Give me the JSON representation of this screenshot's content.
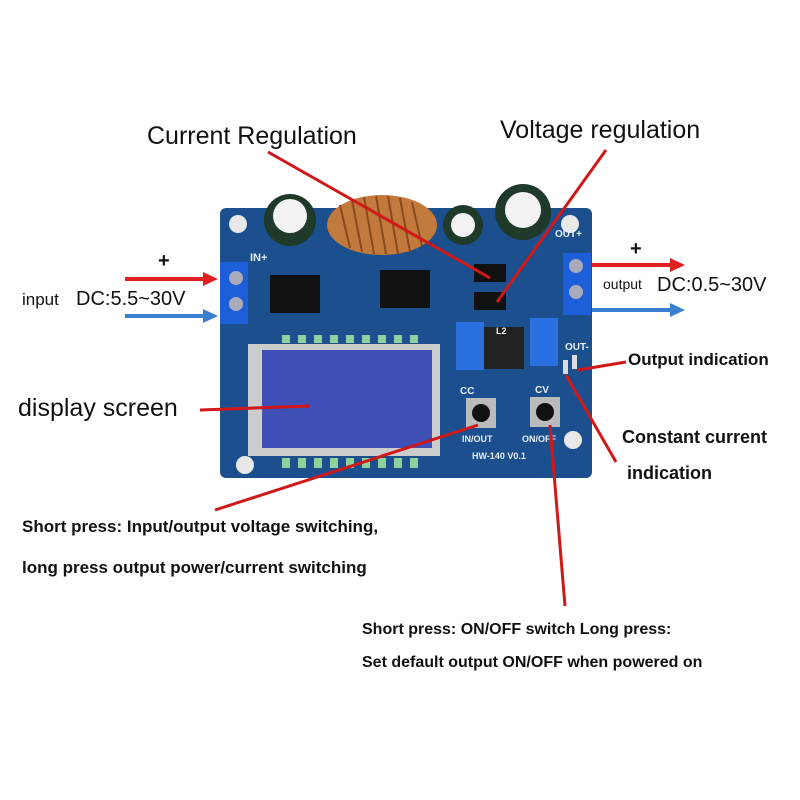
{
  "annotations": {
    "current_regulation": "Current Regulation",
    "voltage_regulation": "Voltage regulation",
    "input_plus": "+",
    "input_label": "input",
    "input_range": "DC:5.5~30V",
    "output_plus": "+",
    "output_label": "output",
    "output_range": "DC:0.5~30V",
    "output_indication": "Output indication",
    "cc_indication_line1": "Constant current",
    "cc_indication_line2": "indication",
    "display_screen": "display screen",
    "in_out_button_desc_line1": "Short press: Input/output voltage switching,",
    "in_out_button_desc_line2": "long press output power/current switching",
    "on_off_button_desc_line1": "Short press: ON/OFF switch Long press:",
    "on_off_button_desc_line2": "Set default output ON/OFF when powered on"
  },
  "board": {
    "in_plus": "IN+",
    "out_plus": "OUT+",
    "out_minus": "OUT-",
    "cc": "CC",
    "cv": "CV",
    "l2": "L2",
    "in_out": "IN/OUT",
    "on_off": "ON/OFF",
    "model": "HW-140  V0.1"
  },
  "colors": {
    "arrow_red": "#e02020",
    "arrow_blue": "#3a7fd0",
    "line_red": "#d01818",
    "board": "#1b4f8e",
    "lcd": "#3f4fb8"
  }
}
